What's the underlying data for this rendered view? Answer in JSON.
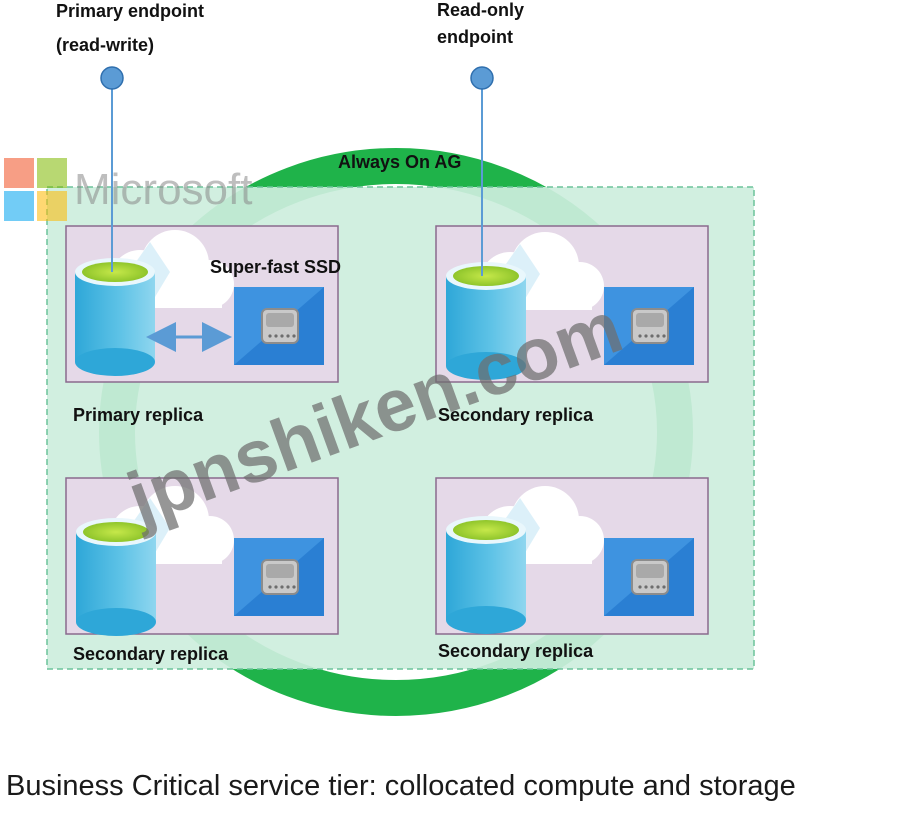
{
  "endpoints": {
    "primary_line1": "Primary endpoint",
    "primary_line2": "(read-write)",
    "readonly_line1": "Read-only",
    "readonly_line2": "endpoint"
  },
  "ring_label": "Always On AG",
  "storage_label": "Super-fast SSD",
  "replicas": {
    "top_left": "Primary replica",
    "top_right": "Secondary replica",
    "bottom_left": "Secondary replica",
    "bottom_right": "Secondary replica"
  },
  "caption": "Business Critical service tier: collocated compute and storage",
  "watermarks": {
    "brand": "Microsoft",
    "site": "jpnshiken.com"
  },
  "colors": {
    "ring": "#1fb34a",
    "zone_fill": "#cdeedd",
    "zone_border": "#6cc49a",
    "replica_fill": "#e5d9e8",
    "replica_border": "#8a6a8e",
    "endpoint_dot": "#5b9bd5",
    "db_body": "#5dc2e6",
    "db_top": "#a8d83a",
    "ssd_bg": "#2a7fd3"
  },
  "icons": [
    "database-icon",
    "cloud-icon",
    "ssd-drive-icon",
    "microsoft-logo"
  ]
}
